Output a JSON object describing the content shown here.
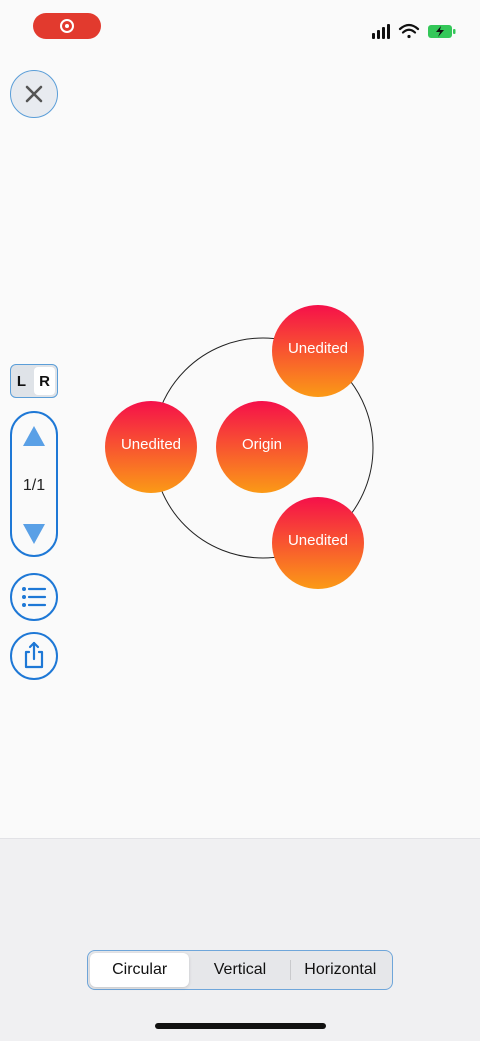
{
  "diagram": {
    "origin_label": "Origin",
    "nodes": [
      {
        "label": "Unedited"
      },
      {
        "label": "Unedited"
      },
      {
        "label": "Unedited"
      }
    ],
    "bubble_gradient": [
      "#f5104a",
      "#fb9a16"
    ]
  },
  "sidebar": {
    "toggle_left": "L",
    "toggle_right": "R",
    "page_indicator": "1/1"
  },
  "layout_selector": {
    "options": [
      "Circular",
      "Vertical",
      "Horizontal"
    ],
    "selected": "Circular"
  },
  "colors": {
    "accent": "#1e78d6",
    "record": "#e23a2e",
    "battery": "#34c759"
  },
  "icons": {
    "close": "close-icon",
    "up": "arrow-up-icon",
    "down": "arrow-down-icon",
    "list": "list-icon",
    "share": "share-icon"
  }
}
